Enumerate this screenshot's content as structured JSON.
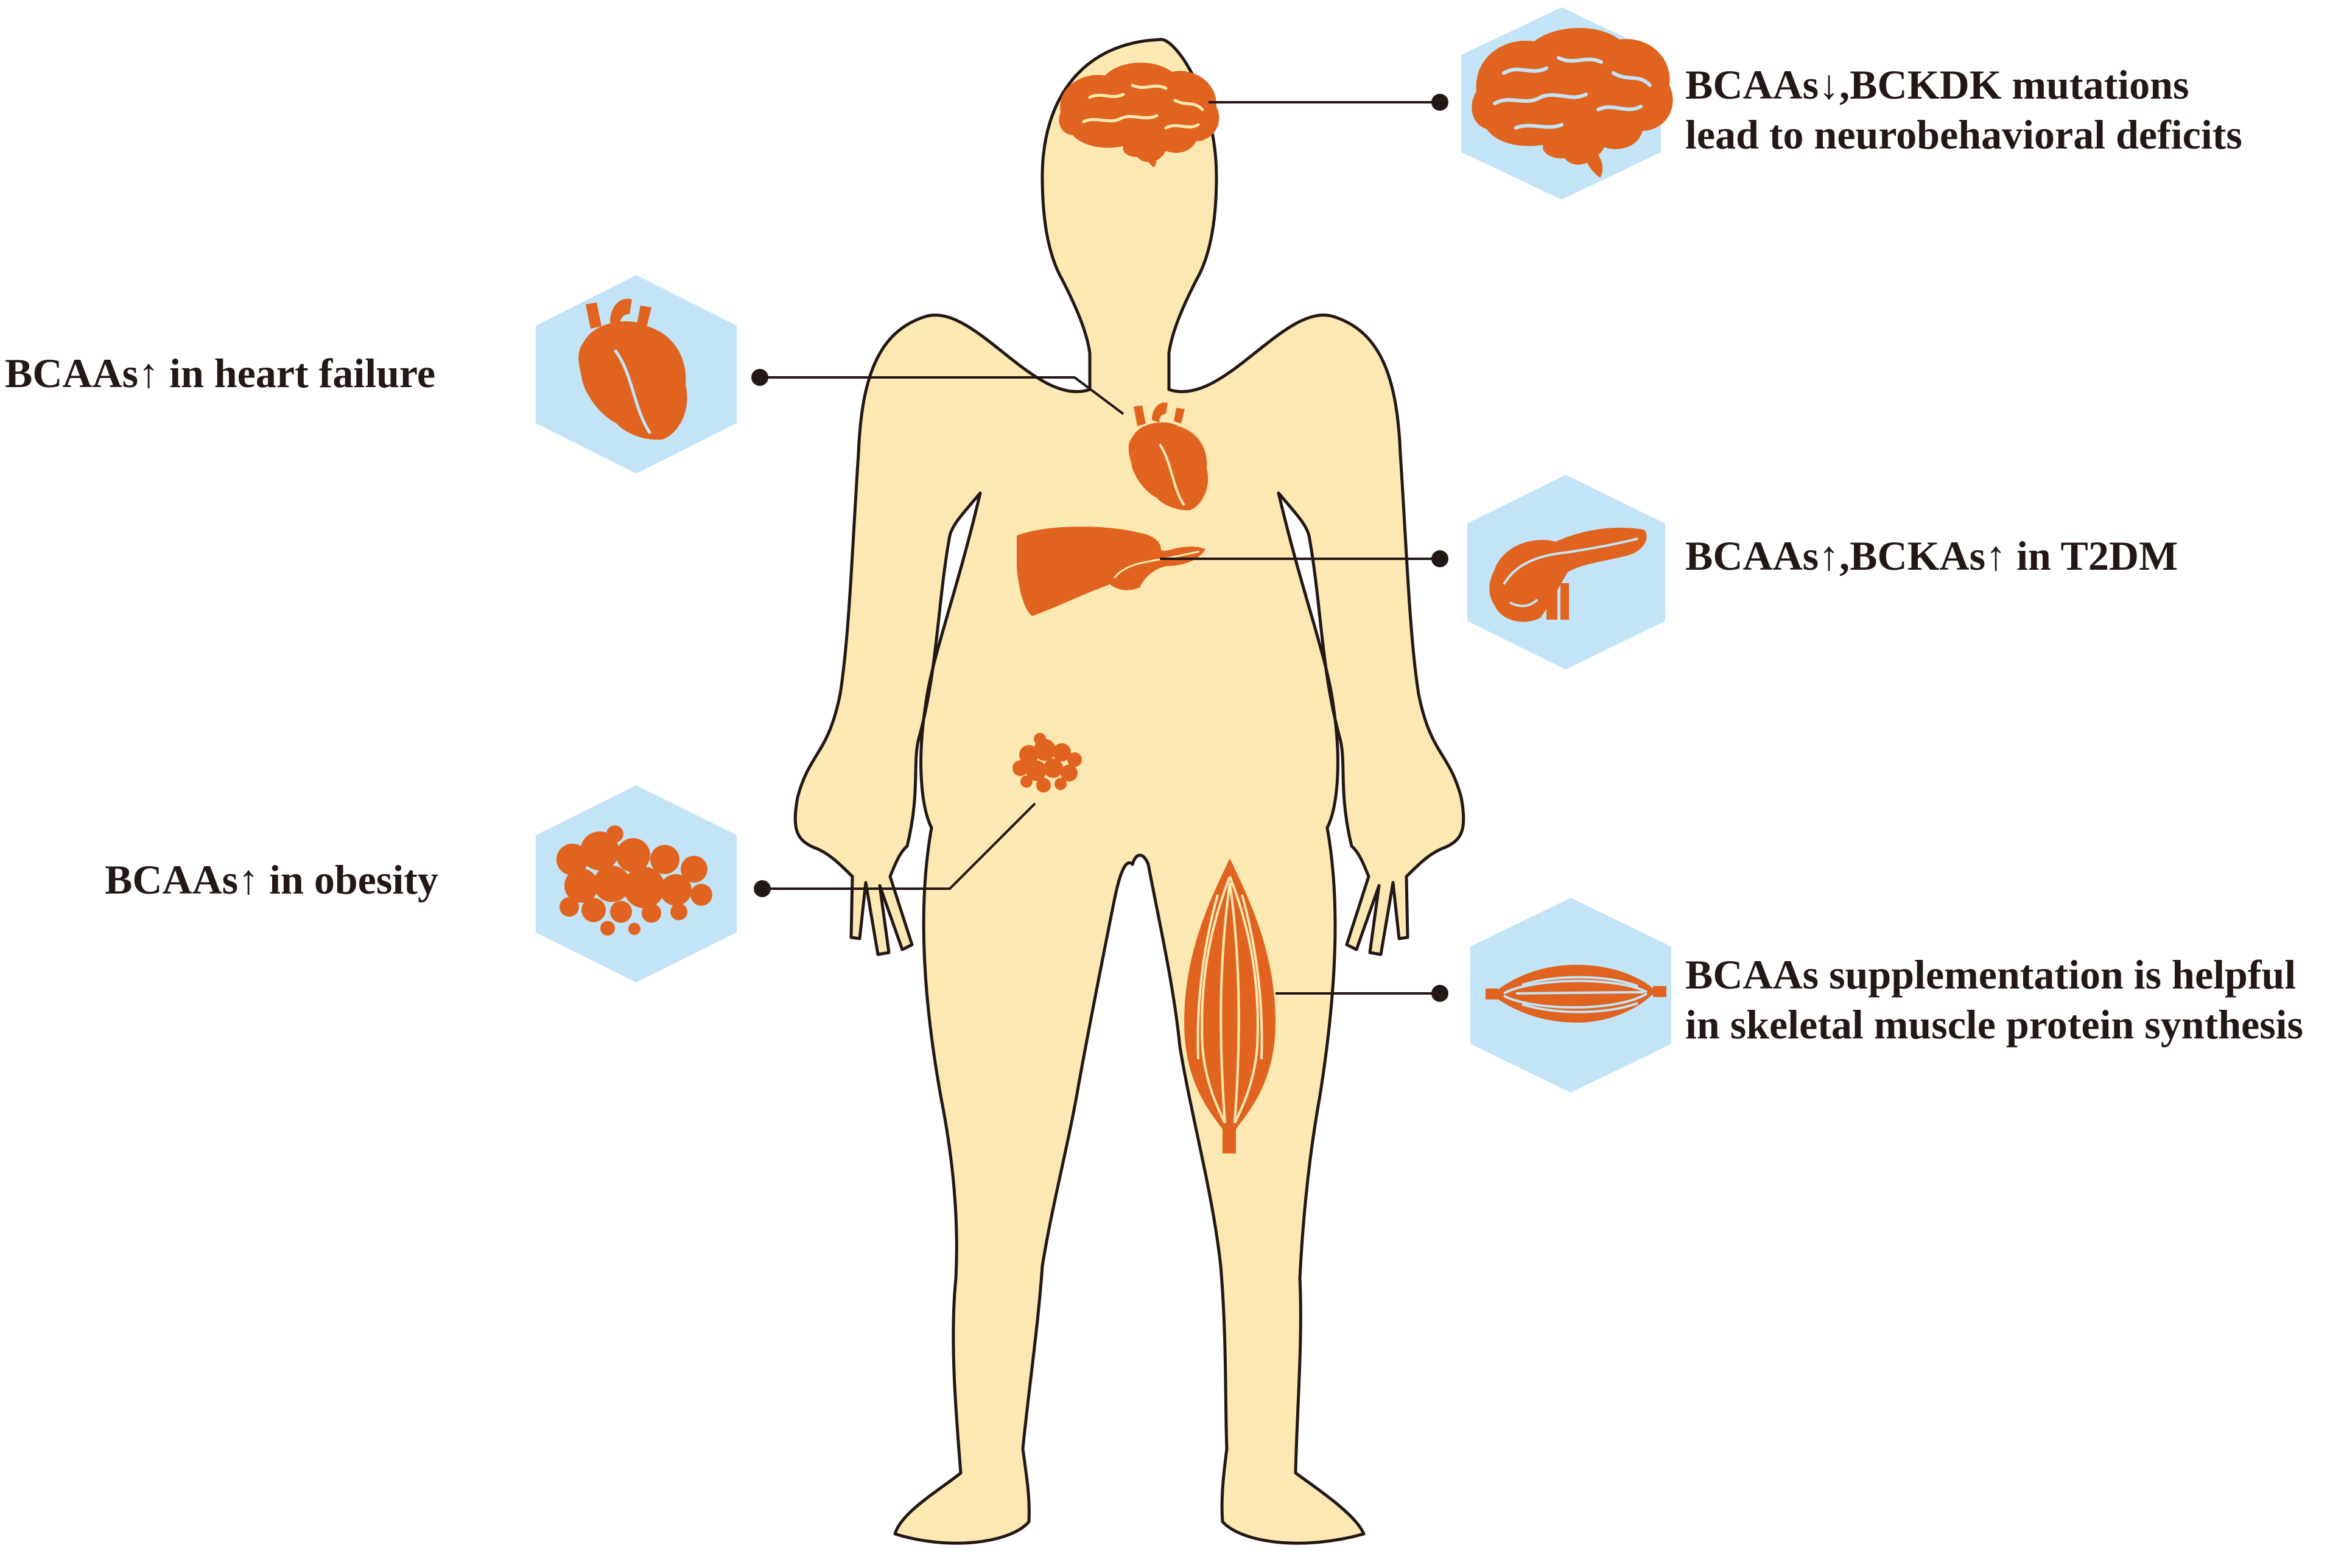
{
  "colors": {
    "skin": "#fbe8b2",
    "outline": "#231815",
    "organ": "#e0641f",
    "hexagon": "#c2e4f6"
  },
  "annotations": {
    "brain": {
      "icon": "brain-icon",
      "lines": [
        "BCAAs↓,BCKDK mutations",
        "lead to neurobehavioral deficits"
      ]
    },
    "heart": {
      "icon": "heart-icon",
      "lines": [
        "BCAAs↑ in heart failure"
      ]
    },
    "pancreas": {
      "icon": "pancreas-icon",
      "lines": [
        "BCAAs↑,BCKAs↑ in T2DM"
      ]
    },
    "adipose": {
      "icon": "fat-cells-icon",
      "lines": [
        "BCAAs↑ in obesity"
      ]
    },
    "muscle": {
      "icon": "muscle-icon",
      "lines": [
        "BCAAs supplementation is helpful",
        "in skeletal muscle protein synthesis"
      ]
    }
  }
}
